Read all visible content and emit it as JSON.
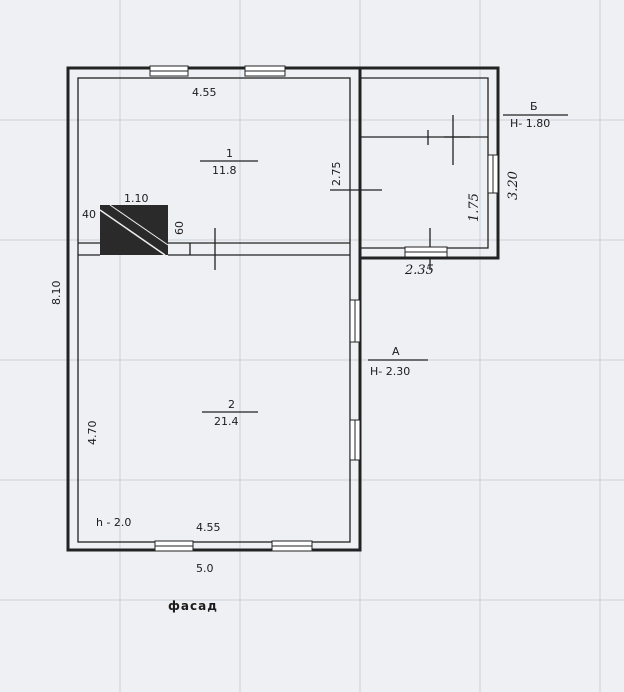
{
  "plan": {
    "top_width": "4.55",
    "room1_number": "1",
    "room1_area": "11.8",
    "room2_number": "2",
    "room2_area": "21.4",
    "stair_width": "1.10",
    "stair_left": "40",
    "stair_right": "60",
    "height_total": "8.10",
    "room2_height": "4.70",
    "room2_ceiling": "h - 2.0",
    "bottom_width": "4.55",
    "total_width": "5.0",
    "partition_height": "2.75",
    "facade_label": "фасад",
    "block_a_label": "А",
    "block_a_height": "Н- 2.30",
    "block_b_label": "Б",
    "block_b_height": "Н- 1.80",
    "block_b_height_dim": "3.20",
    "block_b_inner_dim": "1.75",
    "block_b_width_dim": "2.35"
  }
}
